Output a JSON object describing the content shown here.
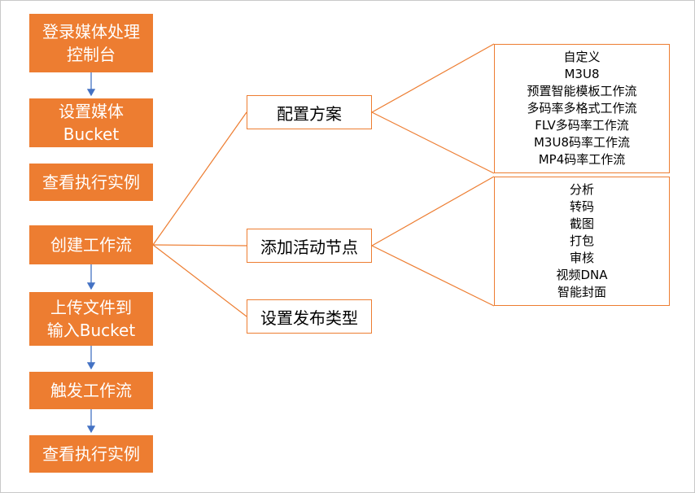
{
  "steps": [
    "登录媒体处理\n控制台",
    "设置媒体\nBucket",
    "查看执行实例",
    "创建工作流",
    "上传文件到\n输入Bucket",
    "触发工作流",
    "查看执行实例"
  ],
  "nodes": [
    "配置方案",
    "添加活动节点",
    "设置发布类型"
  ],
  "config_options": [
    "自定义",
    "M3U8",
    "预置智能模板工作流",
    "多码率多格式工作流",
    "FLV多码率工作流",
    "M3U8码率工作流",
    "MP4码率工作流"
  ],
  "activity_nodes": [
    "分析",
    "转码",
    "截图",
    "打包",
    "审核",
    "视频DNA",
    "智能封面"
  ],
  "colors": {
    "step_fill": "#ed7d31",
    "arrow": "#4472c4",
    "connector": "#ed7d31"
  }
}
